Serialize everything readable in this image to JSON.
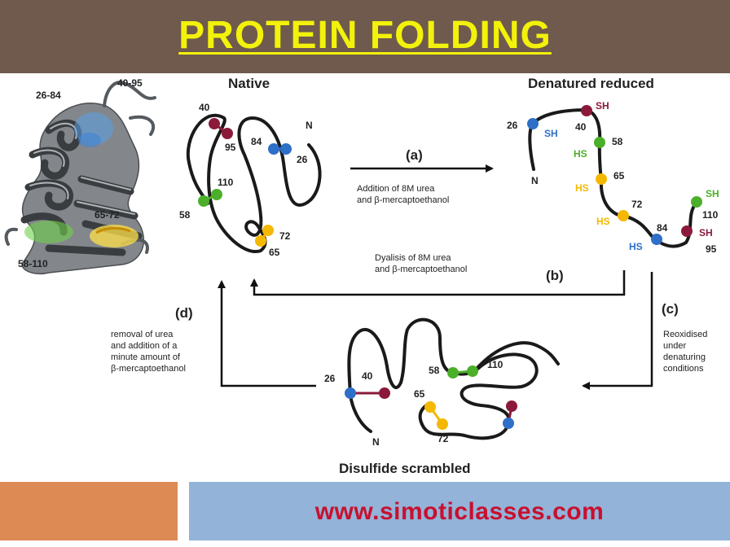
{
  "title": "PROTEIN FOLDING",
  "footer": {
    "url": "www.simoticlasses.com"
  },
  "colors": {
    "title_bar": "#6f5a4d",
    "title_text": "#f2f20a",
    "footer_left": "#dd8a55",
    "footer_right": "#93b3d8",
    "url_text": "#c8102e",
    "bond_40_95": "#8b1a3a",
    "bond_26_84": "#2e6fc7",
    "bond_58_110": "#4caf2a",
    "bond_65_72": "#f5b800"
  },
  "ribbon": {
    "labels": {
      "l_26_84": "26-84",
      "l_40_95": "40-95",
      "l_65_72": "65-72",
      "l_58_110": "58-110"
    }
  },
  "native": {
    "heading": "Native",
    "labels": {
      "n40": "40",
      "n95": "95",
      "n84": "84",
      "n26": "26",
      "n110": "110",
      "n58": "58",
      "n72": "72",
      "n65": "65",
      "nN": "N"
    }
  },
  "denatured": {
    "heading": "Denatured reduced",
    "labels": {
      "d26": "26",
      "dSH26": "SH",
      "dSH40": "SH",
      "d40": "40",
      "dN": "N",
      "d58": "58",
      "dHS58": "HS",
      "d65": "65",
      "dHS65": "HS",
      "d72": "72",
      "dHS72": "HS",
      "d84": "84",
      "dHS84": "HS",
      "dSH110": "SH",
      "d110": "110",
      "dSH95": "SH",
      "d95": "95"
    }
  },
  "scrambled": {
    "heading": "Disulfide scrambled",
    "labels": {
      "s26": "26",
      "s40": "40",
      "s58": "58",
      "s110": "110",
      "s65": "65",
      "s72": "72",
      "sN": "N"
    }
  },
  "steps": {
    "a": {
      "letter": "(a)",
      "line1": "Addition of 8M urea",
      "line2": "and β-mercaptoethanol"
    },
    "b": {
      "letter": "(b)",
      "line1": "Dyalisis of 8M urea",
      "line2": "and β-mercaptoethanol"
    },
    "c": {
      "letter": "(c)",
      "line1": "Reoxidised",
      "line2": "under",
      "line3": "denaturing",
      "line4": "conditions"
    },
    "d": {
      "letter": "(d)",
      "line1": "removal of urea",
      "line2": "and addition of a",
      "line3": "minute amount of",
      "line4": "β-mercaptoethanol"
    }
  }
}
